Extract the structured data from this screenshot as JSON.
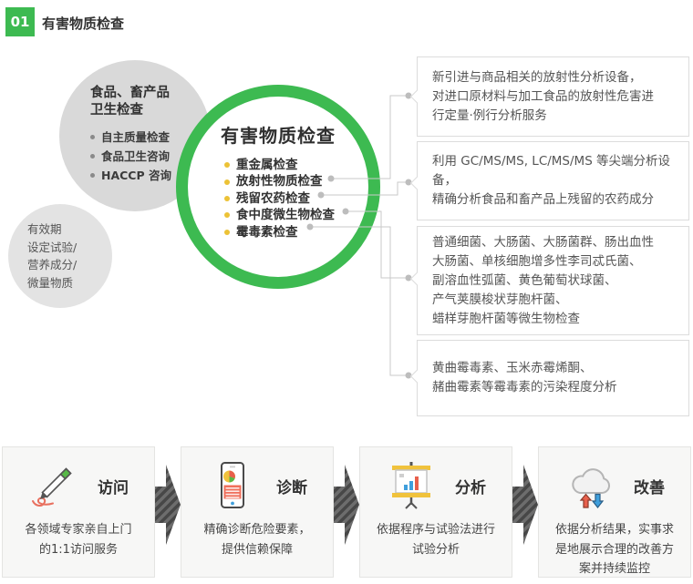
{
  "header": {
    "number": "01",
    "title": "有害物质检查"
  },
  "food_circle": {
    "title": "食品、畜产品\n卫生检查",
    "items": [
      "自主质量检查",
      "食品卫生咨询",
      "HACCP 咨询"
    ]
  },
  "validity_circle": {
    "text": "有效期\n设定试验/\n营养成分/\n微量物质"
  },
  "main_circle": {
    "title": "有害物质检查",
    "items": [
      "重金属检查",
      "放射性物质检查",
      "残留农药检查",
      "食中度微生物检查",
      "霉毒素检查"
    ]
  },
  "callouts": [
    {
      "text": "新引进与商品相关的放射性分析设备，\n对进口原材料与加工食品的放射性危害进\n行定量·例行分析服务"
    },
    {
      "text": "利用 GC/MS/MS, LC/MS/MS 等尖端分析设备，\n精确分析食品和畜产品上残留的农药成分"
    },
    {
      "text": "普通细菌、大肠菌、大肠菌群、肠出血性\n大肠菌、单核细胞增多性李司忒氏菌、\n副溶血性弧菌、黄色葡萄状球菌、\n产气荚膜梭状芽胞杆菌、\n蜡样芽胞杆菌等微生物检查"
    },
    {
      "text": "黄曲霉毒素、玉米赤霉烯酮、\n赭曲霉素等霉毒素的污染程度分析"
    }
  ],
  "process_steps": [
    {
      "icon": "pencil-icon",
      "title": "访问",
      "desc": "各领域专家亲自上门\n的1:1访问服务"
    },
    {
      "icon": "phone-report-icon",
      "title": "诊断",
      "desc": "精确诊断危险要素，\n提供信赖保障"
    },
    {
      "icon": "presentation-chart-icon",
      "title": "分析",
      "desc": "依据程序与试验法进行\n试验分析"
    },
    {
      "icon": "cloud-sync-icon",
      "title": "改善",
      "desc": "依据分析结果，实事求\n是地展示合理的改善方\n案并持续监控"
    }
  ],
  "colors": {
    "accent_green": "#3dba51",
    "bullet_yellow": "#ecc236",
    "connector_gray": "#c9c9c9",
    "arrow_dark": "#5f5f5f",
    "icon_red": "#e8604c",
    "icon_blue": "#3f9fdc",
    "icon_yellow": "#f0c23c"
  }
}
